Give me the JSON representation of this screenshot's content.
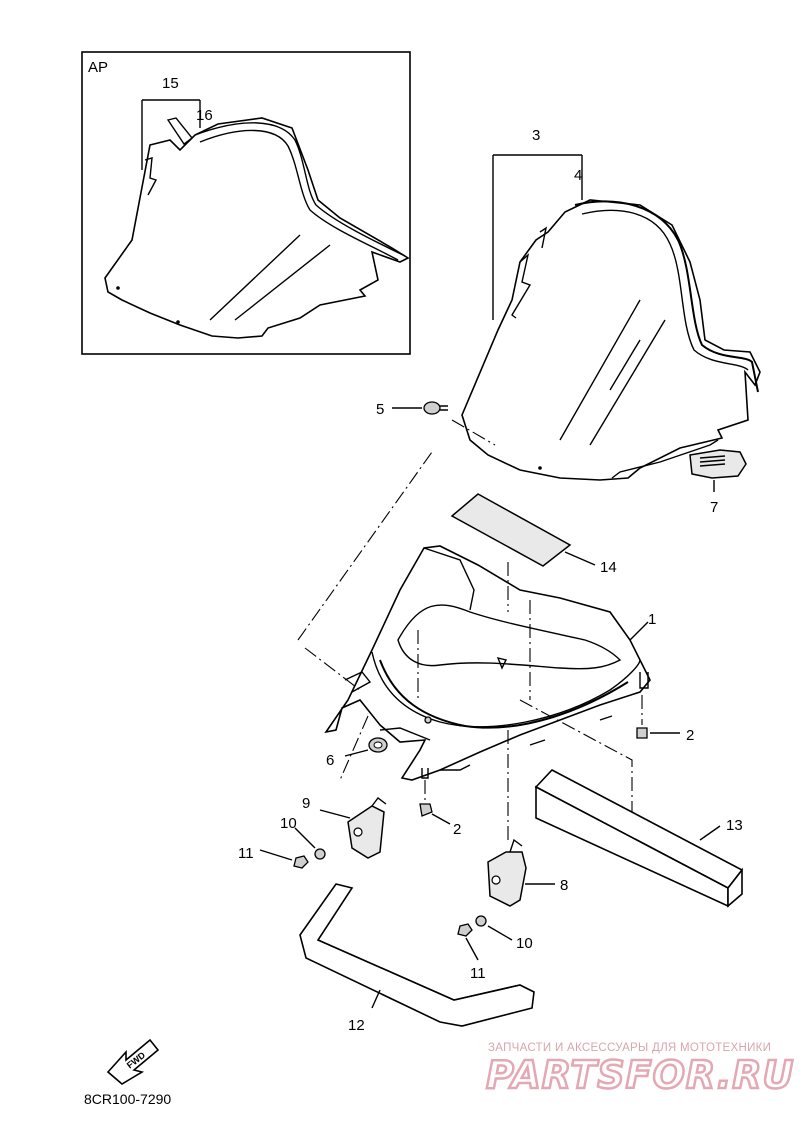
{
  "inset": {
    "label": "AP"
  },
  "callouts": [
    {
      "id": "c1",
      "text": "1"
    },
    {
      "id": "c2a",
      "text": "2"
    },
    {
      "id": "c2b",
      "text": "2"
    },
    {
      "id": "c3",
      "text": "3"
    },
    {
      "id": "c4",
      "text": "4"
    },
    {
      "id": "c5",
      "text": "5"
    },
    {
      "id": "c6",
      "text": "6"
    },
    {
      "id": "c7",
      "text": "7"
    },
    {
      "id": "c8",
      "text": "8"
    },
    {
      "id": "c9",
      "text": "9"
    },
    {
      "id": "c10a",
      "text": "10"
    },
    {
      "id": "c10b",
      "text": "10"
    },
    {
      "id": "c11a",
      "text": "11"
    },
    {
      "id": "c11b",
      "text": "11"
    },
    {
      "id": "c12",
      "text": "12"
    },
    {
      "id": "c13",
      "text": "13"
    },
    {
      "id": "c14",
      "text": "14"
    },
    {
      "id": "c15",
      "text": "15"
    },
    {
      "id": "c16",
      "text": "16"
    }
  ],
  "fwd_marker": {
    "text": "FWD"
  },
  "diagram_code": "8CR100-7290",
  "watermark": {
    "tagline": "ЗАПЧАСТИ И АКСЕССУАРЫ ДЛЯ МОТОТЕХНИКИ",
    "brand": "PARTSFOR.RU",
    "color": "#e3a8b1"
  }
}
